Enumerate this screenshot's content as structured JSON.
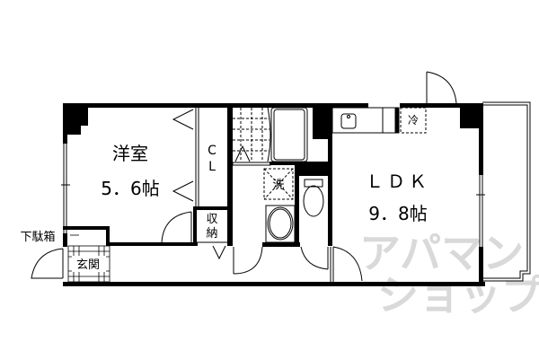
{
  "floor_plan": {
    "rooms": {
      "western_room": {
        "name": "洋室",
        "size": "5.6帖",
        "size_display": "5．6帖"
      },
      "closet": {
        "label_line1": "C",
        "label_line2": "L"
      },
      "storage": {
        "label_line1": "収",
        "label_line2": "納"
      },
      "ldk": {
        "name": "ＬＤＫ",
        "size": "9.8帖",
        "size_display": "9．8帖"
      },
      "entrance": {
        "name": "玄関"
      },
      "shoe_box": {
        "name": "下駄箱"
      },
      "washer": {
        "name": "洗"
      },
      "fridge": {
        "name": "冷"
      }
    },
    "watermark": {
      "line1": "アパマン",
      "line2": "ショップ"
    },
    "colors": {
      "wall": "#000000",
      "background": "#ffffff",
      "watermark": "#d9d9d9"
    }
  }
}
